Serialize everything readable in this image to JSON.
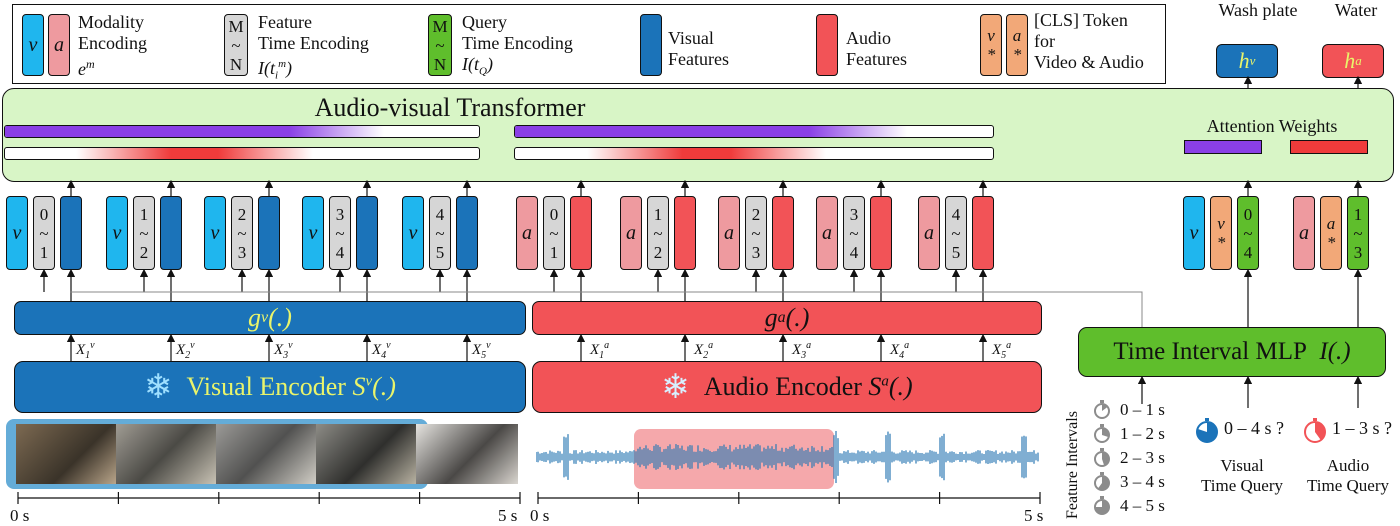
{
  "legend": {
    "modality": {
      "chip_v": "v",
      "chip_a": "a",
      "line1": "Modality",
      "line2": "Encoding",
      "line3": "e^m"
    },
    "feature_time": {
      "chip": [
        "M",
        "~",
        "N"
      ],
      "line1": "Feature",
      "line2": "Time Encoding",
      "line3": "I(t_i^m)"
    },
    "query_time": {
      "chip": [
        "M",
        "~",
        "N"
      ],
      "line1": "Query",
      "line2": "Time Encoding",
      "line3": "I(t_Q)"
    },
    "visual_features": {
      "line1": "Visual",
      "line2": "Features"
    },
    "audio_features": {
      "line1": "Audio",
      "line2": "Features"
    },
    "cls": {
      "chip_v": [
        "v",
        "*"
      ],
      "chip_a": [
        "a",
        "*"
      ],
      "line1": "[CLS] Token",
      "line2": "for",
      "line3": "Video & Audio"
    }
  },
  "outputs": {
    "visual": {
      "label": "Wash plate",
      "token": "h^v",
      "color": "#1b73b9"
    },
    "audio": {
      "label": "Water",
      "token": "h^a",
      "color": "#f25357"
    }
  },
  "transformer": {
    "title": "Audio-visual Transformer",
    "attention_label": "Attention Weights",
    "colors": {
      "background": "#d8f5c6",
      "attention_purple": "#8a3fe6",
      "attention_red": "#ef3b3b"
    }
  },
  "visual_tokens": [
    {
      "mod": "v",
      "t": [
        "0",
        "~",
        "1"
      ]
    },
    {
      "mod": "v",
      "t": [
        "1",
        "~",
        "2"
      ]
    },
    {
      "mod": "v",
      "t": [
        "2",
        "~",
        "3"
      ]
    },
    {
      "mod": "v",
      "t": [
        "3",
        "~",
        "4"
      ]
    },
    {
      "mod": "v",
      "t": [
        "4",
        "~",
        "5"
      ]
    }
  ],
  "audio_tokens": [
    {
      "mod": "a",
      "t": [
        "0",
        "~",
        "1"
      ]
    },
    {
      "mod": "a",
      "t": [
        "1",
        "~",
        "2"
      ]
    },
    {
      "mod": "a",
      "t": [
        "2",
        "~",
        "3"
      ]
    },
    {
      "mod": "a",
      "t": [
        "3",
        "~",
        "4"
      ]
    },
    {
      "mod": "a",
      "t": [
        "4",
        "~",
        "5"
      ]
    }
  ],
  "query_tokens": {
    "visual": {
      "mod": "v",
      "cls": [
        "v",
        "*"
      ],
      "t": [
        "0",
        "~",
        "4"
      ]
    },
    "audio": {
      "mod": "a",
      "cls": [
        "a",
        "*"
      ],
      "t": [
        "1",
        "~",
        "3"
      ]
    }
  },
  "projections": {
    "visual": "g^v(.)",
    "audio": "g^a(.)"
  },
  "visual_inputs": [
    "X_1^v",
    "X_2^v",
    "X_3^v",
    "X_4^v",
    "X_5^v"
  ],
  "audio_inputs": [
    "X_1^a",
    "X_2^a",
    "X_3^a",
    "X_4^a",
    "X_5^a"
  ],
  "encoders": {
    "visual": {
      "label": "Visual Encoder S^v(.)",
      "color": "#1b73b9",
      "text_color": "#e9f46b"
    },
    "audio": {
      "label": "Audio Encoder S^a(.)",
      "color": "#f25357",
      "text_color": "#111111"
    },
    "snowflake_icon": "snowflake-icon"
  },
  "mlp": {
    "label": "Time Interval MLP I(.)"
  },
  "timeline": {
    "visual": {
      "start": "0 s",
      "end": "5 s"
    },
    "audio": {
      "start": "0 s",
      "end": "5 s"
    }
  },
  "feature_intervals": {
    "title": "Feature Intervals",
    "items": [
      "0 – 1 s",
      "1 – 2 s",
      "2 – 3 s",
      "3 – 4 s",
      "4 – 5 s"
    ]
  },
  "queries": {
    "visual": {
      "interval": "0 – 4 s ?",
      "line1": "Visual",
      "line2": "Time Query",
      "fill": 0.8,
      "color": "#1b73b9"
    },
    "audio": {
      "interval": "1 – 3 s ?",
      "line1": "Audio",
      "line2": "Time Query",
      "fill": 0.4,
      "color": "#f25357"
    }
  }
}
